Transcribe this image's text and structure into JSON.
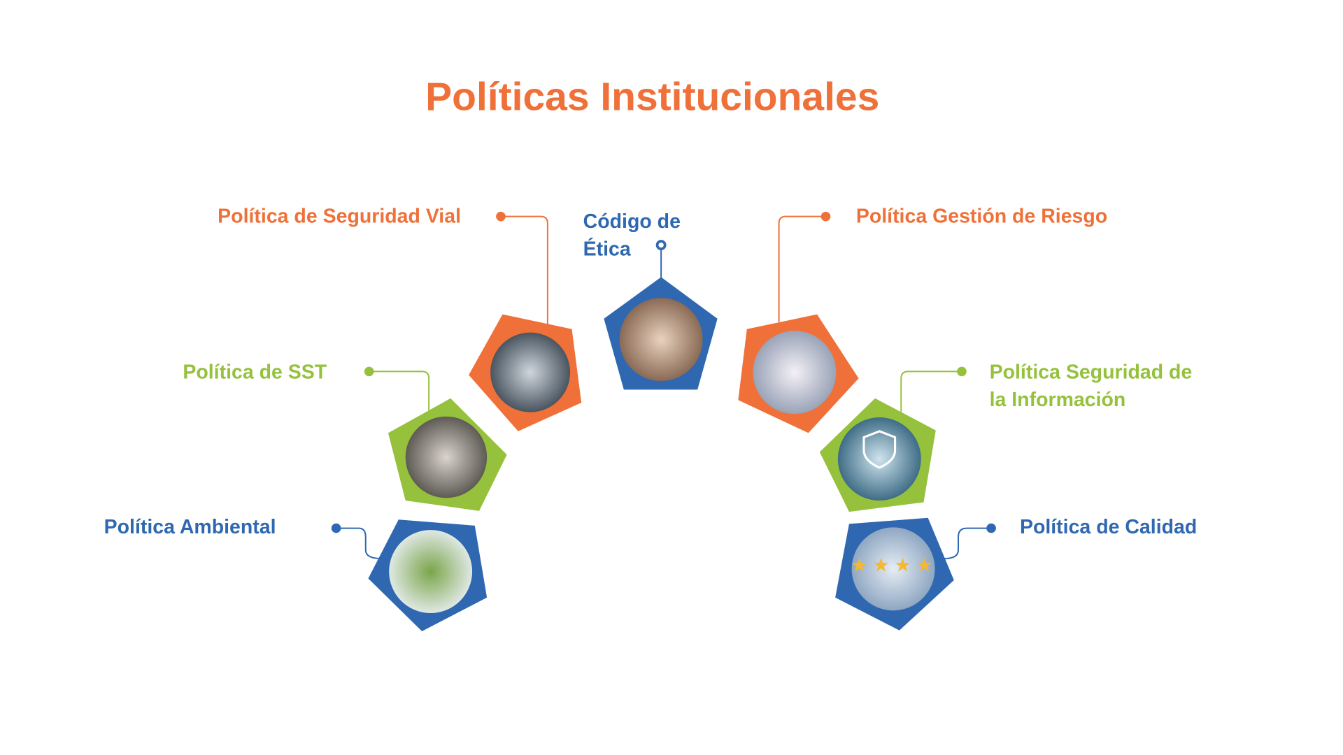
{
  "title": "Políticas Institucionales",
  "colors": {
    "orange": "#EF7139",
    "blue": "#2F68B0",
    "green": "#95C13D"
  },
  "items": [
    {
      "label": "Código de",
      "label2": "Ética",
      "color": "#2F68B0"
    },
    {
      "label": "Política de Seguridad Vial",
      "color": "#EF7139"
    },
    {
      "label": "Política Gestión de Riesgo",
      "color": "#EF7139"
    },
    {
      "label": "Política de SST",
      "color": "#95C13D"
    },
    {
      "label": "Política Seguridad de",
      "label2": "la Información",
      "color": "#95C13D"
    },
    {
      "label": "Política Ambiental",
      "color": "#2F68B0"
    },
    {
      "label": "Política de Calidad",
      "color": "#2F68B0"
    }
  ]
}
